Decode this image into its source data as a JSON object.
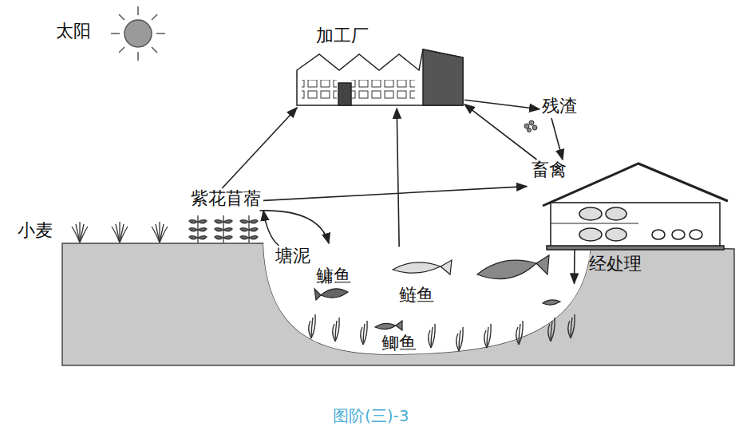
{
  "diagram": {
    "caption": "图阶(三)-3",
    "nodes": [
      {
        "text": [
          "加工厂"
        ]
      },
      {
        "text": [
          "残渣"
        ]
      },
      {
        "text": [
          "畜禽"
        ]
      },
      {
        "text": [
          "紫花苜蓿"
        ]
      },
      {
        "text": [
          "塘泥"
        ]
      },
      {
        "text": [
          "鳙鱼",
          "鲢鱼",
          "鲫鱼"
        ]
      }
    ],
    "edges": [
      {
        "from": 3,
        "to": 0,
        "arrow": "to"
      },
      {
        "from": 5,
        "to": 0,
        "arrow": "to"
      },
      {
        "from": 0,
        "to": 1,
        "arrow": "to"
      },
      {
        "from": 1,
        "to": 2,
        "arrow": "to"
      },
      {
        "from": 2,
        "to": 0,
        "arrow": "to"
      },
      {
        "from": 3,
        "to": 2,
        "arrow": "to"
      },
      {
        "from": 3,
        "to": 5,
        "arrow": "to"
      },
      {
        "from": 4,
        "to": 3,
        "arrow": "to"
      },
      {
        "from": 2,
        "to": 5,
        "label": "经处理",
        "arrow": "to"
      }
    ],
    "labels": [
      "太阳",
      "小麦"
    ]
  }
}
